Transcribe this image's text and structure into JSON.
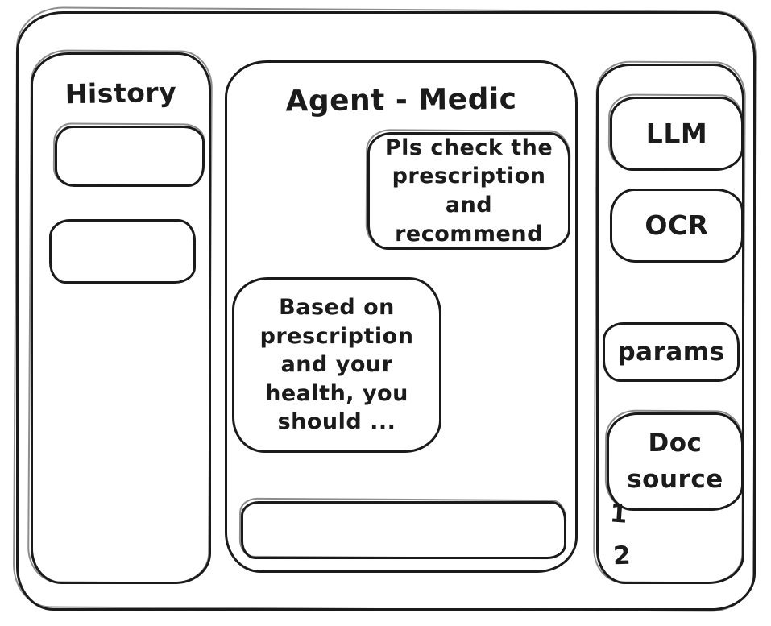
{
  "window": {
    "title": "Agent - Medic"
  },
  "history_sidebar": {
    "title": "History",
    "items": [
      "",
      ""
    ]
  },
  "chat": {
    "title": "Agent - Medic",
    "messages": [
      {
        "role": "user",
        "text": "Pls check the\nprescription\nand recommend"
      },
      {
        "role": "assistant",
        "text": "Based on\nprescription\nand your\nhealth, you\nshould ..."
      }
    ],
    "input": {
      "value": ""
    }
  },
  "tools_sidebar": {
    "buttons": [
      {
        "id": "llm",
        "label": "LLM"
      },
      {
        "id": "ocr",
        "label": "OCR"
      },
      {
        "id": "params",
        "label": "params"
      },
      {
        "id": "doc_source",
        "label": "Doc\nsource"
      }
    ],
    "doc_list": [
      "1",
      "2"
    ]
  },
  "colors": {
    "stroke": "#1b1b1b",
    "bg": "#ffffff"
  }
}
